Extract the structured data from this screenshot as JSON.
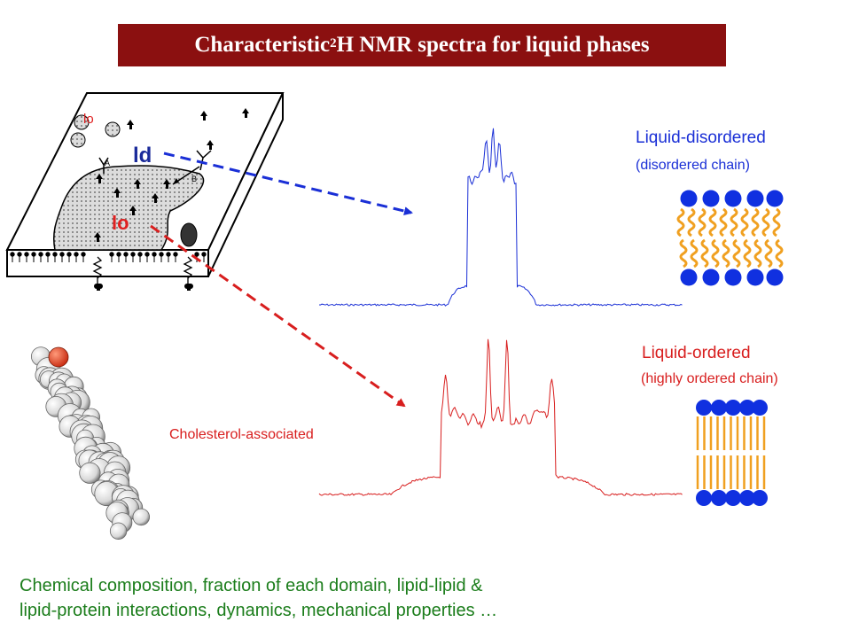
{
  "title": {
    "main": "Characteristic ",
    "sup": "2",
    "rest": "H NMR spectra for liquid phases"
  },
  "membrane_labels": {
    "lo_top": "lo",
    "ld": "ld",
    "lo_mid": "lo",
    "a": "A",
    "b": "B"
  },
  "phases": {
    "disordered": {
      "title": "Liquid-disordered",
      "subtitle": "(disordered chain)"
    },
    "ordered": {
      "title": "Liquid-ordered",
      "subtitle": "(highly ordered chain)"
    }
  },
  "cholesterol_label": "Cholesterol-associated",
  "bottom_text": {
    "line1": "Chemical composition, fraction of each domain, lipid-lipid &",
    "line2": "lipid-protein interactions, dynamics, mechanical properties …"
  },
  "colors": {
    "banner": "#8b1010",
    "blue": "#1a2fd6",
    "red": "#d81e1e",
    "green": "#1b7d1b",
    "lipid_head": "#1030e0",
    "lipid_tail": "#f0a020"
  }
}
